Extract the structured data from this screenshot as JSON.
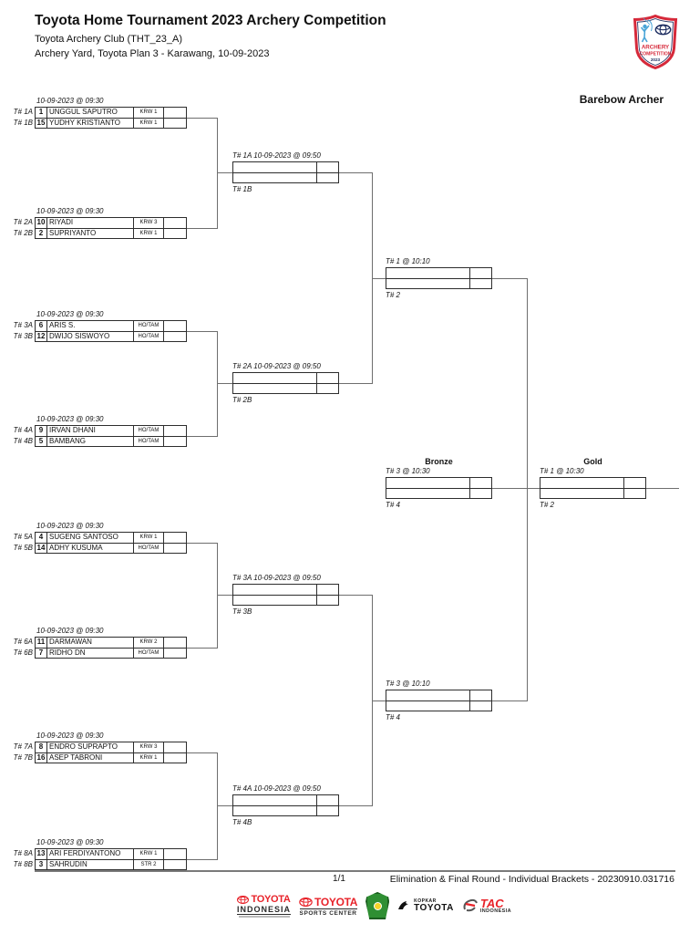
{
  "header": {
    "title": "Toyota Home Tournament 2023 Archery Competition",
    "club_line": "Toyota Archery Club (THT_23_A)",
    "venue_line": "Archery Yard, Toyota Plan 3 - Karawang, 10-09-2023",
    "badge": {
      "text1": "ARCHERY",
      "text2": "COMPETITION",
      "text3": "2023"
    }
  },
  "category_label": "Barebow Archer",
  "bracket": {
    "round1": [
      {
        "datetime": "10-09-2023 @ 09:30",
        "slots": [
          {
            "target": "T# 1A",
            "seed": "1",
            "name": "UNGGUL SAPUTRO",
            "club": "KRW 1"
          },
          {
            "target": "T# 1B",
            "seed": "15",
            "name": "YUDHY KRISTIANTO",
            "club": "KRW 1"
          }
        ]
      },
      {
        "datetime": "10-09-2023 @ 09:30",
        "slots": [
          {
            "target": "T# 2A",
            "seed": "10",
            "name": "RIYADI",
            "club": "KRW 3"
          },
          {
            "target": "T# 2B",
            "seed": "2",
            "name": "SUPRIYANTO",
            "club": "KRW 1"
          }
        ]
      },
      {
        "datetime": "10-09-2023 @ 09:30",
        "slots": [
          {
            "target": "T# 3A",
            "seed": "6",
            "name": "ARIS S.",
            "club": "HO/TAM"
          },
          {
            "target": "T# 3B",
            "seed": "12",
            "name": "DWIJO SISWOYO",
            "club": "HO/TAM"
          }
        ]
      },
      {
        "datetime": "10-09-2023 @ 09:30",
        "slots": [
          {
            "target": "T# 4A",
            "seed": "9",
            "name": "IRVAN DHANI",
            "club": "HO/TAM"
          },
          {
            "target": "T# 4B",
            "seed": "5",
            "name": "BAMBANG",
            "club": "HO/TAM"
          }
        ]
      },
      {
        "datetime": "10-09-2023 @ 09:30",
        "slots": [
          {
            "target": "T# 5A",
            "seed": "4",
            "name": "SUGENG SANTOSO",
            "club": "KRW 1"
          },
          {
            "target": "T# 5B",
            "seed": "14",
            "name": "ADHY KUSUMA",
            "club": "HO/TAM"
          }
        ]
      },
      {
        "datetime": "10-09-2023 @ 09:30",
        "slots": [
          {
            "target": "T# 6A",
            "seed": "11",
            "name": "DARMAWAN",
            "club": "KRW 2"
          },
          {
            "target": "T# 6B",
            "seed": "7",
            "name": "RIDHO DN",
            "club": "HO/TAM"
          }
        ]
      },
      {
        "datetime": "10-09-2023 @ 09:30",
        "slots": [
          {
            "target": "T# 7A",
            "seed": "8",
            "name": "ENDRO SUPRAPTO",
            "club": "KRW 3"
          },
          {
            "target": "T# 7B",
            "seed": "16",
            "name": "ASEP TABRONI",
            "club": "KRW 1"
          }
        ]
      },
      {
        "datetime": "10-09-2023 @ 09:30",
        "slots": [
          {
            "target": "T# 8A",
            "seed": "13",
            "name": "ARI FERDIYANTONO",
            "club": "KRW 1"
          },
          {
            "target": "T# 8B",
            "seed": "3",
            "name": "SAHRUDIN",
            "club": "STR 2"
          }
        ]
      }
    ],
    "quarterfinals": [
      {
        "top_label": "T# 1A 10-09-2023 @ 09:50",
        "bottom_label": "T# 1B"
      },
      {
        "top_label": "T# 2A 10-09-2023 @ 09:50",
        "bottom_label": "T# 2B"
      },
      {
        "top_label": "T# 3A 10-09-2023 @ 09:50",
        "bottom_label": "T# 3B"
      },
      {
        "top_label": "T# 4A 10-09-2023 @ 09:50",
        "bottom_label": "T# 4B"
      }
    ],
    "semifinals": [
      {
        "top_label": "T# 1 @ 10:10",
        "bottom_label": "T# 2"
      },
      {
        "top_label": "T# 3 @ 10:10",
        "bottom_label": "T# 4"
      }
    ],
    "bronze": {
      "title": "Bronze",
      "top_label": "T# 3 @ 10:30",
      "bottom_label": "T# 4"
    },
    "gold": {
      "title": "Gold",
      "top_label": "T# 1 @ 10:30",
      "bottom_label": "T# 2"
    }
  },
  "footer": {
    "page_number": "1/1",
    "report_label": "Elimination & Final Round -  Individual Brackets - 20230910.031716",
    "sponsors": [
      {
        "text1": "TOYOTA",
        "text2": "INDONESIA"
      },
      {
        "text1": "TOYOTA",
        "text2": "SPORTS CENTER"
      },
      {},
      {
        "text1": "KOPKAR",
        "text2": "TOYOTA"
      },
      {
        "text1": "TAC",
        "text2": "INDONESIA"
      }
    ]
  },
  "colors": {
    "toyota_red": "#e8232a",
    "badge_red": "#d6293a",
    "badge_navy": "#1a2a5e",
    "badge_blue": "#4aa5d8",
    "connector_gray": "#6e6e6e"
  }
}
